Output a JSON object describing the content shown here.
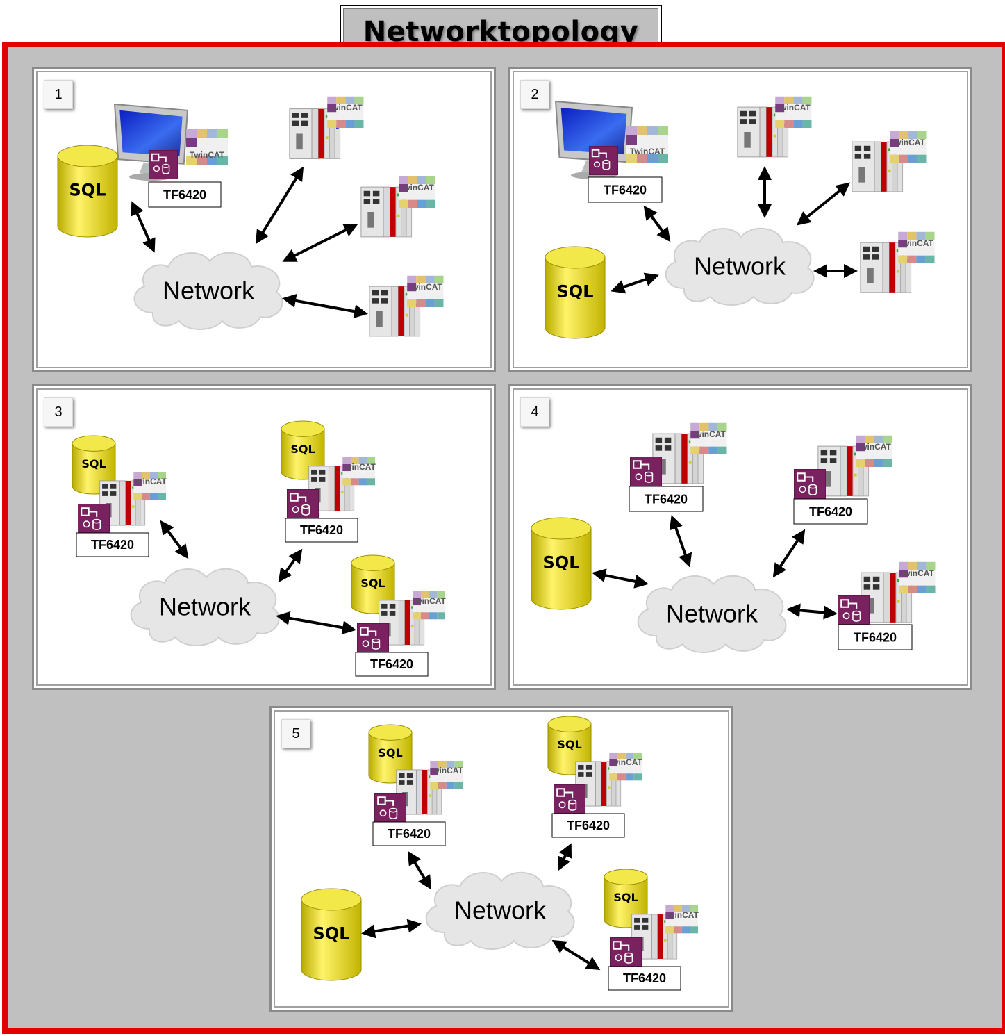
{
  "title": "Networktopology",
  "colors": {
    "border_red": "#e30000",
    "sql_yellow": "#e8dc1a",
    "plugin_purple": "#7a2160",
    "arrow": "#000000"
  },
  "labels": {
    "network": "Network",
    "sql": "SQL",
    "function": "TF6420",
    "twincat_full": "TwinCAT",
    "twincat_cut": "winCAT"
  },
  "panels": [
    {
      "number": "1"
    },
    {
      "number": "2"
    },
    {
      "number": "3"
    },
    {
      "number": "4"
    },
    {
      "number": "5"
    }
  ]
}
